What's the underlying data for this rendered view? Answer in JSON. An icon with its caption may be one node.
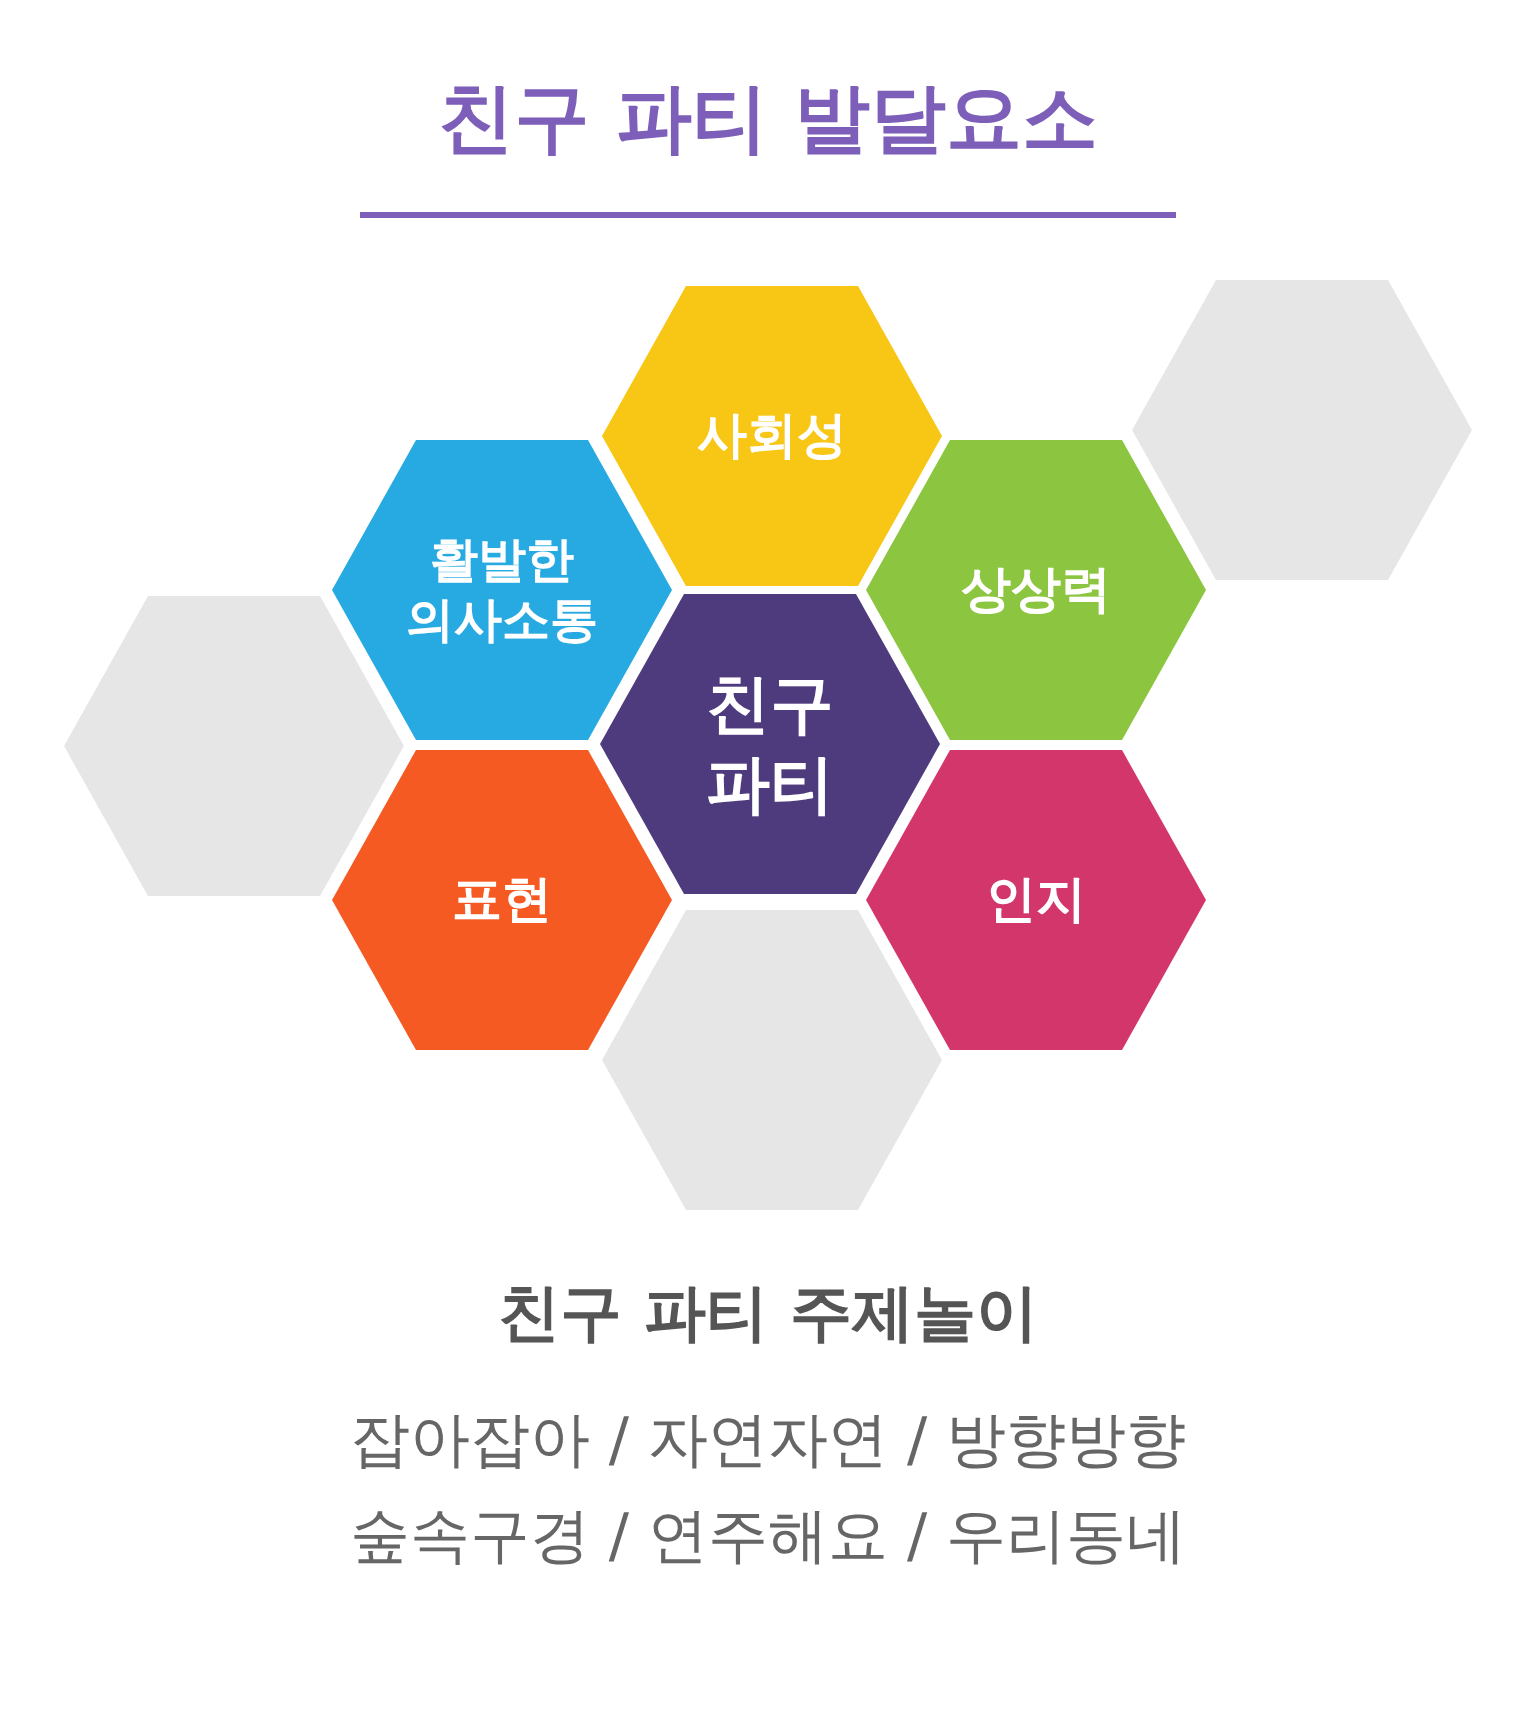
{
  "diagram": {
    "title": "친구 파티 발달요소",
    "nodes": [
      {
        "text": [
          "사회성"
        ]
      },
      {
        "text": [],
        "shape": "hexagon"
      },
      {
        "text": [
          "활발한 의사소통"
        ]
      },
      {
        "text": [
          "상상력"
        ]
      },
      {
        "text": [],
        "shape": "hexagon"
      },
      {
        "text": [
          "친구 파티"
        ]
      },
      {
        "text": [
          "표현"
        ]
      },
      {
        "text": [
          "인지"
        ]
      },
      {
        "text": [],
        "shape": "hexagon"
      }
    ],
    "labels": [
      "친구 파티 주제놀이",
      "잡아잡아 / 자연자연 / 방향방향",
      "숲속구경 / 연주해요 / 우리동네"
    ]
  }
}
